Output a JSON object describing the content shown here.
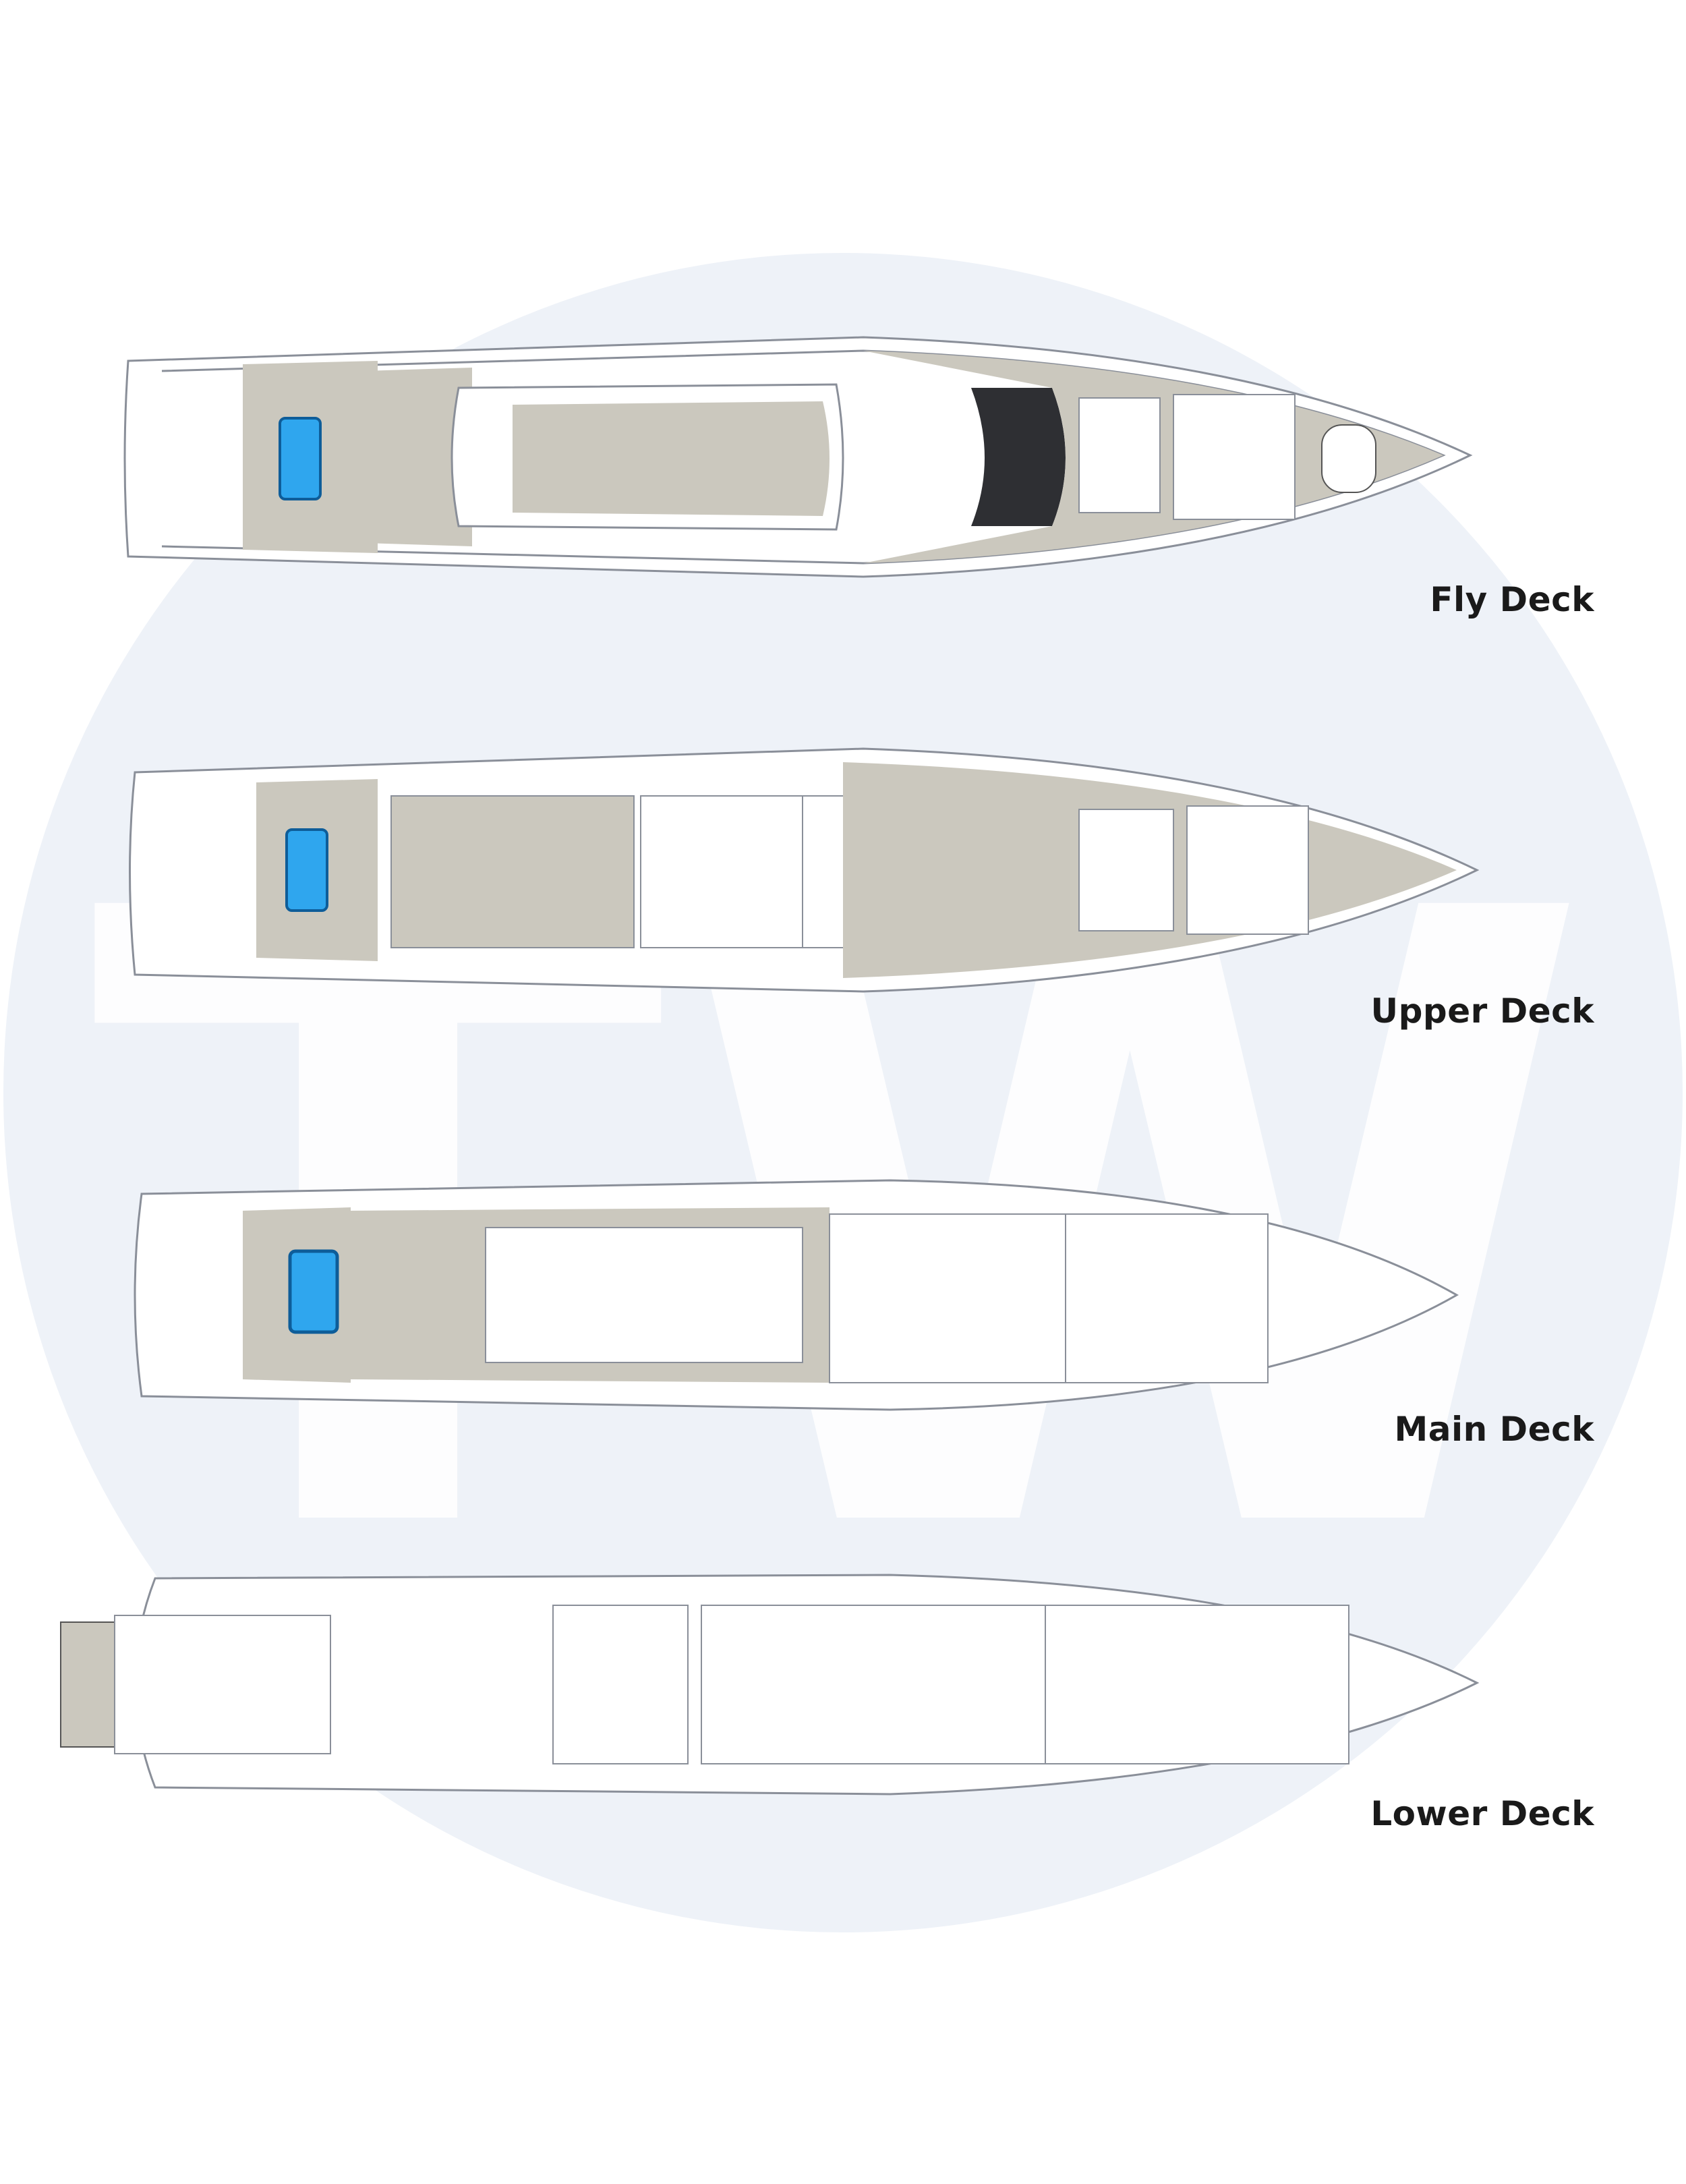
{
  "watermark": {
    "letters": "TW"
  },
  "decks": [
    {
      "label": "Fly Deck"
    },
    {
      "label": "Upper Deck"
    },
    {
      "label": "Main Deck"
    },
    {
      "label": "Lower Deck"
    }
  ],
  "colors": {
    "background": "#ffffff",
    "watermark_circle": "#eef2f8",
    "teak_deck": "#cbc8be",
    "pool_water": "#2fa6ee",
    "hull_outline": "#8a8f99",
    "label_text": "#1a1a1a"
  }
}
